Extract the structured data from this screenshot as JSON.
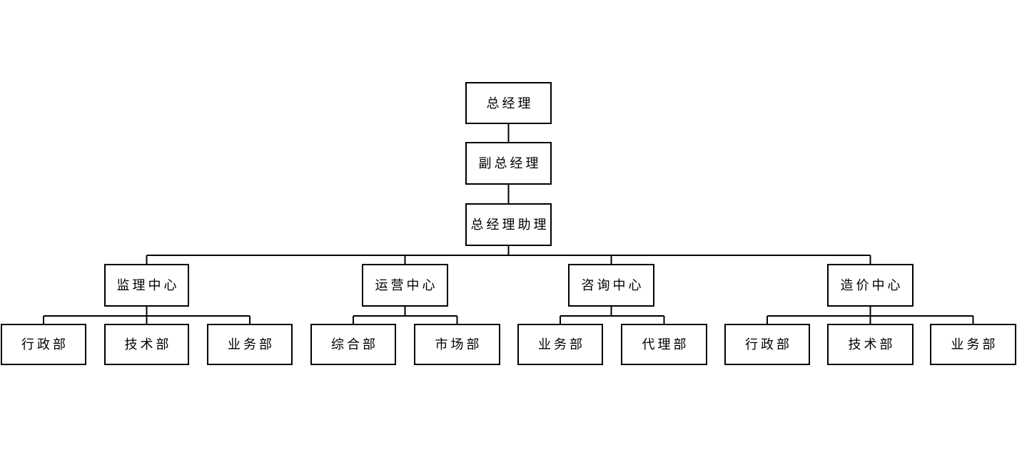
{
  "org": {
    "colors": {
      "node_border": "#000000",
      "node_background": "#ffffff",
      "text": "#000000",
      "connector": "#000000",
      "canvas_background": "#ffffff"
    },
    "nodes": [
      {
        "id": "general-manager",
        "label": "总经理",
        "level": 1,
        "parent": null
      },
      {
        "id": "deputy-general-manager",
        "label": "副总经理",
        "level": 2,
        "parent": "general-manager"
      },
      {
        "id": "gm-assistant",
        "label": "总经理助理",
        "level": 3,
        "parent": "deputy-general-manager"
      },
      {
        "id": "supervision-center",
        "label": "监理中心",
        "level": 4,
        "parent": "gm-assistant"
      },
      {
        "id": "operations-center",
        "label": "运营中心",
        "level": 4,
        "parent": "gm-assistant"
      },
      {
        "id": "consulting-center",
        "label": "咨询中心",
        "level": 4,
        "parent": "gm-assistant"
      },
      {
        "id": "cost-center",
        "label": "造价中心",
        "level": 4,
        "parent": "gm-assistant"
      },
      {
        "id": "supervision-admin-dept",
        "label": "行政部",
        "level": 5,
        "parent": "supervision-center"
      },
      {
        "id": "supervision-tech-dept",
        "label": "技术部",
        "level": 5,
        "parent": "supervision-center"
      },
      {
        "id": "supervision-business-dept",
        "label": "业务部",
        "level": 5,
        "parent": "supervision-center"
      },
      {
        "id": "operations-general-dept",
        "label": "综合部",
        "level": 5,
        "parent": "operations-center"
      },
      {
        "id": "operations-marketing-dept",
        "label": "市场部",
        "level": 5,
        "parent": "operations-center"
      },
      {
        "id": "consulting-business-dept",
        "label": "业务部",
        "level": 5,
        "parent": "consulting-center"
      },
      {
        "id": "consulting-agency-dept",
        "label": "代理部",
        "level": 5,
        "parent": "consulting-center"
      },
      {
        "id": "cost-admin-dept",
        "label": "行政部",
        "level": 5,
        "parent": "cost-center"
      },
      {
        "id": "cost-tech-dept",
        "label": "技术部",
        "level": 5,
        "parent": "cost-center"
      },
      {
        "id": "cost-business-dept",
        "label": "业务部",
        "level": 5,
        "parent": "cost-center"
      }
    ]
  }
}
